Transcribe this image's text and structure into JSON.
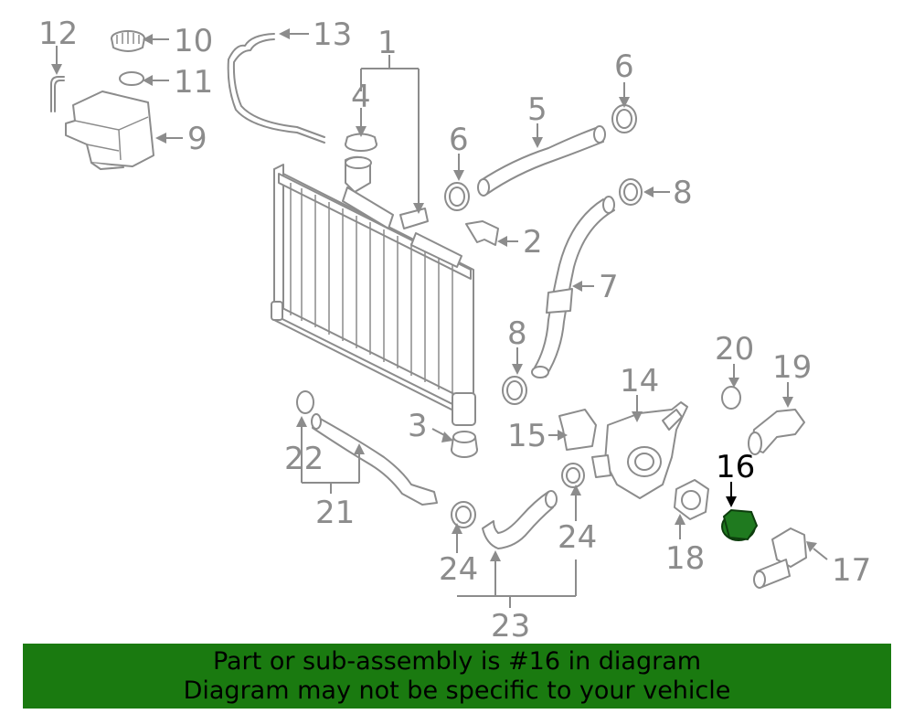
{
  "callouts": {
    "c1": "1",
    "c2": "2",
    "c3": "3",
    "c4": "4",
    "c5": "5",
    "c6a": "6",
    "c6b": "6",
    "c7": "7",
    "c8a": "8",
    "c8b": "8",
    "c9": "9",
    "c10": "10",
    "c11": "11",
    "c12": "12",
    "c13": "13",
    "c14": "14",
    "c15": "15",
    "c16": "16",
    "c17": "17",
    "c18": "18",
    "c19": "19",
    "c20": "20",
    "c21": "21",
    "c22": "22",
    "c23": "23",
    "c24a": "24",
    "c24b": "24"
  },
  "highlighted_part": "16",
  "colors": {
    "line": "#8c8c8c",
    "highlight": "#1f7a1f",
    "banner": "#1a7a10"
  },
  "banner": {
    "line1": "Part or sub-assembly is #16 in diagram",
    "line2": "Diagram may not be specific to your vehicle"
  }
}
